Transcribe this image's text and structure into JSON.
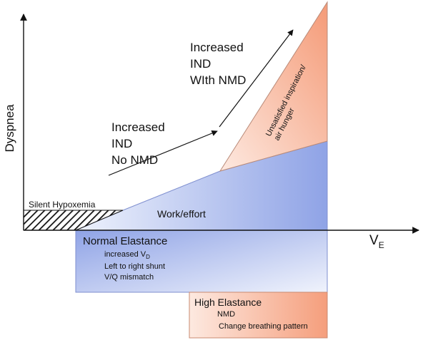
{
  "axes": {
    "y_label": "Dyspnea",
    "x_label_main": "V",
    "x_label_sub": "E"
  },
  "arrows": {
    "lower": {
      "lines": [
        "Increased",
        "IND",
        "No NMD"
      ]
    },
    "upper": {
      "lines": [
        "Increased",
        "IND",
        "WIth NMD"
      ]
    }
  },
  "regions": {
    "silent_hypoxemia": "Silent Hypoxemia",
    "work_effort": "Work/effort",
    "unsatisfied": {
      "lines": [
        "Unsatisfied inspiration/",
        "air hunger"
      ]
    },
    "normal_elastance": {
      "title": "Normal Elastance",
      "line1_main": "increased V",
      "line1_sub": "D",
      "line2": "Left to right shunt",
      "line3": "V/Q mismatch"
    },
    "high_elastance": {
      "title": "High Elastance",
      "line1": "NMD",
      "line2": "Change breathing pattern"
    }
  },
  "colors": {
    "blue_dark": "#8fa3e6",
    "blue_light": "#eef2fc",
    "salmon_dark": "#f59e7c",
    "salmon_light": "#fde9e0",
    "outline": "#777777",
    "axis": "#111111"
  }
}
